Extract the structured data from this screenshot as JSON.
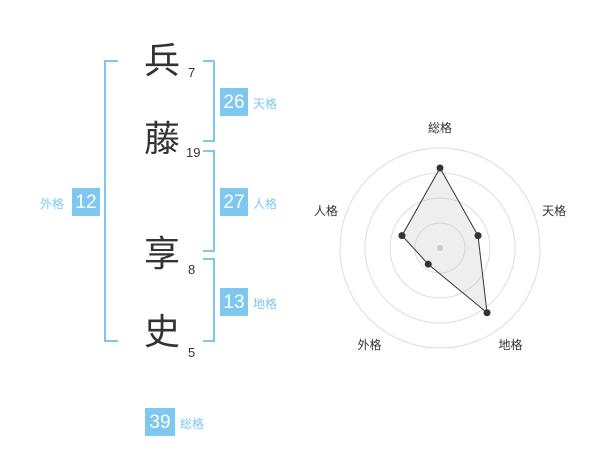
{
  "name": {
    "chars": [
      {
        "char": "兵",
        "strokes": "7"
      },
      {
        "char": "藤",
        "strokes": "19"
      },
      {
        "char": "享",
        "strokes": "8"
      },
      {
        "char": "史",
        "strokes": "5"
      }
    ]
  },
  "fortunes": {
    "tenkaku": {
      "label": "天格",
      "value": "26"
    },
    "jinkaku": {
      "label": "人格",
      "value": "27"
    },
    "chikaku": {
      "label": "地格",
      "value": "13"
    },
    "gaikaku": {
      "label": "外格",
      "value": "12"
    },
    "soukaku": {
      "label": "総格",
      "value": "39"
    }
  },
  "colors": {
    "accent": "#7ec8ef",
    "text": "#333333",
    "grid": "#dddddd",
    "fill": "#eeeeee"
  },
  "chart_data": {
    "type": "radar",
    "axes": [
      "総格",
      "天格",
      "地格",
      "外格",
      "人格"
    ],
    "values": [
      0.8,
      0.4,
      0.8,
      0.2,
      0.4
    ],
    "max": 1,
    "rings": 4
  }
}
